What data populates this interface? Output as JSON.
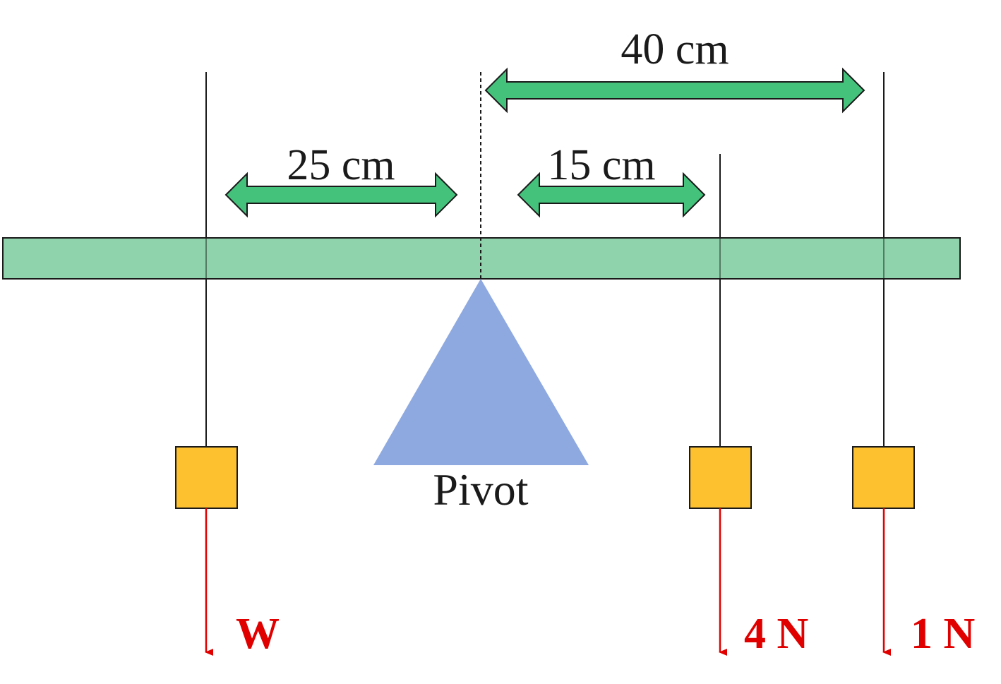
{
  "colors": {
    "beam_fill": "#88d1a6",
    "arrow_fill": "#44c27c",
    "pivot_fill": "#8ea9e0",
    "mass_fill": "#fdc02e",
    "force_color": "#e00000",
    "line_color": "#1a1a1a"
  },
  "dimensions": {
    "left_distance": "25 cm",
    "right_near_distance": "15 cm",
    "right_far_distance": "40 cm"
  },
  "pivot": {
    "label": "Pivot"
  },
  "forces": {
    "left": "W",
    "right_near": "4 N",
    "right_far": "1 N"
  }
}
